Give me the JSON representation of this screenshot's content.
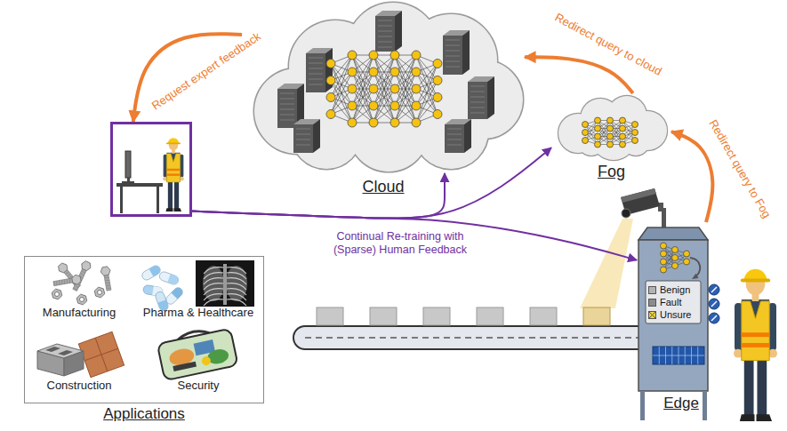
{
  "diagram": {
    "nodes": [
      {
        "text": [
          "Cloud"
        ]
      },
      {
        "text": [
          "Fog"
        ]
      },
      {
        "text": []
      },
      {
        "text": [
          "Edge"
        ]
      },
      {
        "text": [
          "Applications"
        ]
      },
      {
        "text": [
          "Manufacturing"
        ],
        "in": 4
      },
      {
        "text": [
          "Pharma & Healthcare"
        ],
        "in": 4
      },
      {
        "text": [
          "Construction"
        ],
        "in": 4
      },
      {
        "text": [
          "Security"
        ],
        "in": 4
      }
    ],
    "edges": [
      {
        "from": 0,
        "to": 2,
        "label": "Request expert feedback",
        "arrow": "to"
      },
      {
        "from": 1,
        "to": 0,
        "label": "Redirect query to cloud",
        "arrow": "to"
      },
      {
        "from": 3,
        "to": 1,
        "label": "Redirect query to Fog",
        "arrow": "to"
      },
      {
        "from": 2,
        "to": 0,
        "arrow": "to"
      },
      {
        "from": 2,
        "to": 1,
        "arrow": "to"
      },
      {
        "from": 2,
        "to": 3,
        "label": "Continual Re-training with (Sparse) Human Feedback",
        "arrow": "to"
      }
    ],
    "legend": [
      {
        "text": "Benign",
        "color": "#b3b3b3"
      },
      {
        "text": "Fault",
        "color": "#8c8c8c"
      },
      {
        "text": "Unsure",
        "color": "#f2d23c"
      }
    ]
  }
}
